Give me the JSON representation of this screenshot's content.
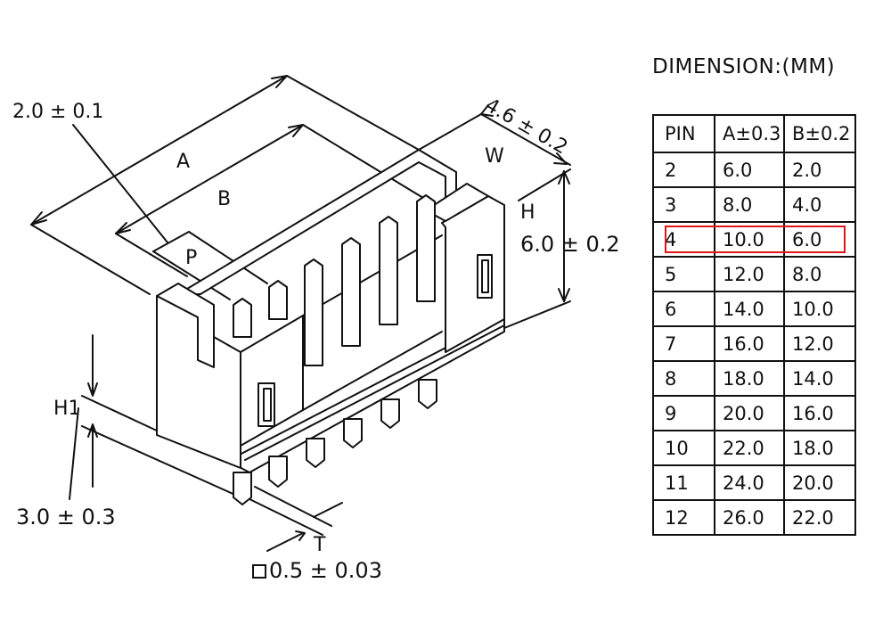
{
  "labels": {
    "pitch_tol": "2.0 ± 0.1",
    "A": "A",
    "B": "B",
    "P": "P",
    "W": "W",
    "H": "H",
    "width_tol": "4.6 ± 0.2",
    "height_tol": "6.0 ± 0.2",
    "H1": "H1",
    "h1_tol": "3.0 ± 0.3",
    "T": "T",
    "pin_tol": "0.5 ± 0.03"
  },
  "table": {
    "title": "DIMENSION:(MM)",
    "headers": [
      "PIN",
      "A±0.3",
      "B±0.2"
    ],
    "rows": [
      [
        "2",
        "6.0",
        "2.0"
      ],
      [
        "3",
        "8.0",
        "4.0"
      ],
      [
        "4",
        "10.0",
        "6.0"
      ],
      [
        "5",
        "12.0",
        "8.0"
      ],
      [
        "6",
        "14.0",
        "10.0"
      ],
      [
        "7",
        "16.0",
        "12.0"
      ],
      [
        "8",
        "18.0",
        "14.0"
      ],
      [
        "9",
        "20.0",
        "16.0"
      ],
      [
        "10",
        "22.0",
        "18.0"
      ],
      [
        "11",
        "24.0",
        "20.0"
      ],
      [
        "12",
        "26.0",
        "22.0"
      ]
    ],
    "highlight_row": 2,
    "highlight_color": "#e0161b"
  }
}
